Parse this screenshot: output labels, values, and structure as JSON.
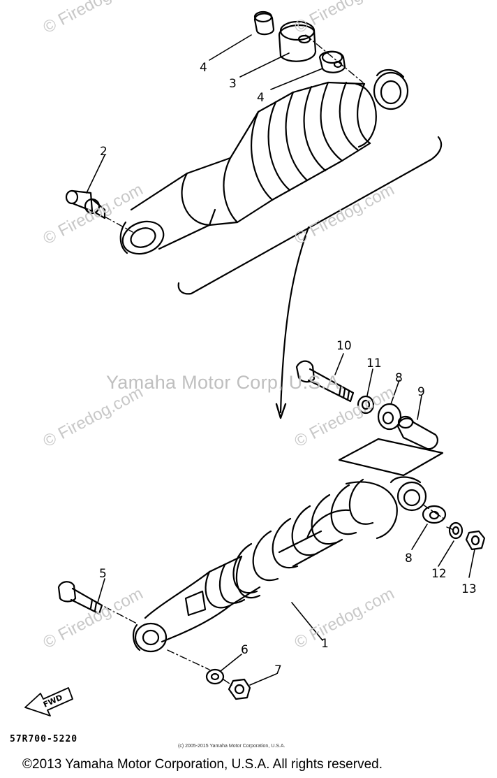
{
  "watermarks": {
    "center": "Yamaha Motor Corp, U.S.A.",
    "diagonal": "© Firedog.com"
  },
  "callouts": {
    "c1": "1",
    "c2": "2",
    "c3": "3",
    "c4a": "4",
    "c4b": "4",
    "c5": "5",
    "c6": "6",
    "c7": "7",
    "c8a": "8",
    "c8b": "8",
    "c9": "9",
    "c10": "10",
    "c11": "11",
    "c12": "12",
    "c13": "13"
  },
  "fwd_label": "FWD",
  "diagram_code": "57R700-5220",
  "small_copyright": "(c) 2005-2015 Yamaha Motor Corporation, U.S.A.",
  "footer": "©2013 Yamaha Motor Corporation, U.S.A. All rights reserved."
}
